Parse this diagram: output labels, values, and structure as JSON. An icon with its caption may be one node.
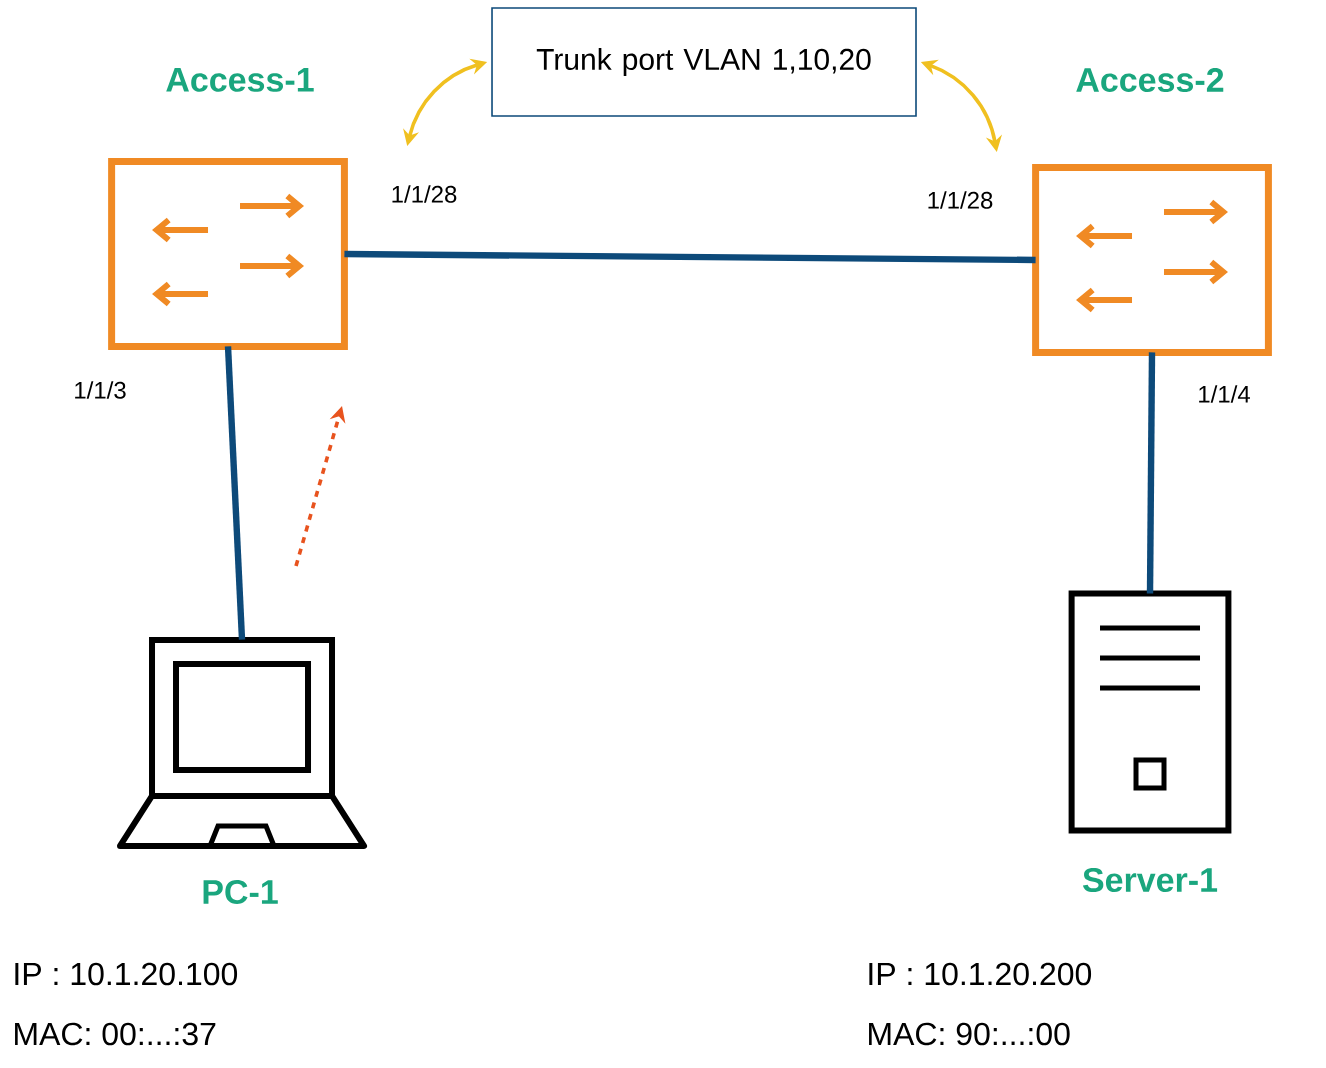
{
  "diagram": {
    "nodes": [
      {
        "text": [
          "Access-1"
        ]
      },
      {
        "text": [
          "Access-2"
        ]
      },
      {
        "text": [
          "PC-1"
        ],
        "beside": [
          "IP : 10.1.20.100",
          "MAC: 00:...:37"
        ]
      },
      {
        "text": [
          "Server-1"
        ],
        "beside": [
          "IP : 10.1.20.200",
          "MAC: 90:...:00"
        ]
      },
      {
        "text": [
          "Trunk port VLAN 1,10,20"
        ]
      }
    ],
    "edges": [
      {
        "from": 0,
        "to": 1,
        "arrow": "none"
      },
      {
        "from": 0,
        "to": 2,
        "arrow": "none"
      },
      {
        "from": 1,
        "to": 3,
        "arrow": "none"
      },
      {
        "from": 4,
        "to": null,
        "arrow": "both",
        "color": "#f0c020"
      },
      {
        "from": 4,
        "to": null,
        "arrow": "both",
        "color": "#f0c020"
      }
    ],
    "labels": [
      "1/1/28",
      "1/1/28",
      "1/1/3",
      "1/1/4"
    ]
  }
}
